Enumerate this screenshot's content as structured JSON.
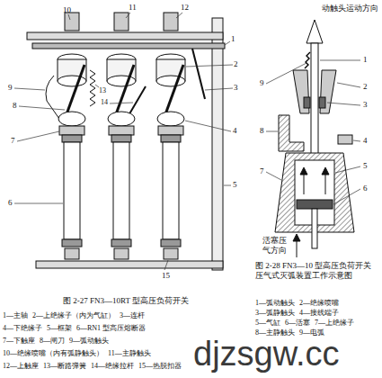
{
  "diagram": {
    "labels": [
      "10",
      "11",
      "12",
      "1",
      "2",
      "3",
      "9",
      "8",
      "13",
      "14",
      "4",
      "7",
      "5",
      "6",
      "15",
      "动触头运动方向",
      "1",
      "2",
      "9",
      "3",
      "8",
      "4",
      "7",
      "5",
      "6",
      "活塞压气方向",
      "图 2-28 FN3—10 型高压负荷开关压气式灭弧装置工作示意图",
      "1—弧动触头",
      "2—绝缘喷嘴",
      "3—弧静触头",
      "4—接线端子",
      "5—气缸",
      "6—活塞",
      "7—上绝缘子",
      "8—主静触头",
      "9—电弧",
      "图 2-27 FN3—10RT 型高压负荷开关",
      "1—主轴",
      "2—上绝缘子（内为气缸）",
      "3—连杆",
      "4—下绝缘子",
      "5—框架",
      "6—RN1 型高压熔断器",
      "7—下触座",
      "8—闸刀",
      "9—弧动触头",
      "10—绝缘喷嘴（内有弧静触头）",
      "11—主静触头",
      "12—上触座",
      "13—断路弹簧",
      "14—绝缘拉杆",
      "15—热脱扣器",
      "djzsgw.cc"
    ]
  }
}
